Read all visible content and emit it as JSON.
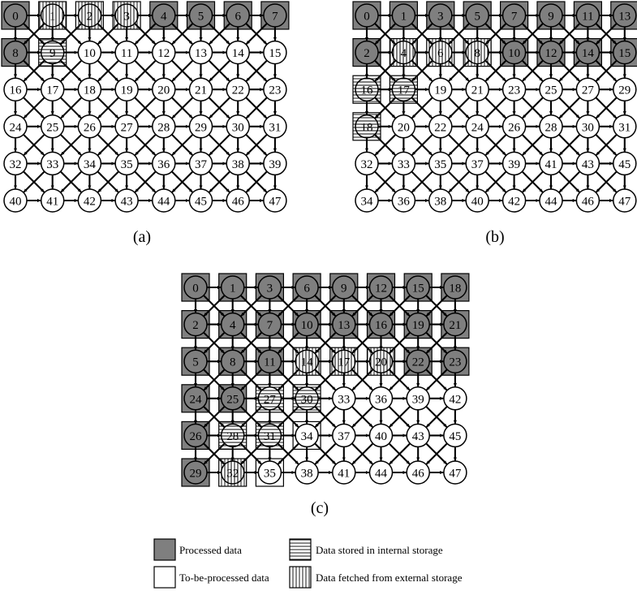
{
  "colors": {
    "processed": "#7f7f7f",
    "unprocessed": "#ffffff",
    "stroke": "#000000"
  },
  "panels": [
    {
      "caption": "(a)",
      "rows": [
        [
          "0",
          "1",
          "2",
          "3",
          "4",
          "5",
          "6",
          "7"
        ],
        [
          "8",
          "9",
          "10",
          "11",
          "12",
          "13",
          "14",
          "15"
        ],
        [
          "16",
          "17",
          "18",
          "19",
          "20",
          "21",
          "22",
          "23"
        ],
        [
          "24",
          "25",
          "26",
          "27",
          "28",
          "29",
          "30",
          "31"
        ],
        [
          "32",
          "33",
          "34",
          "35",
          "36",
          "37",
          "38",
          "39"
        ],
        [
          "40",
          "41",
          "42",
          "43",
          "44",
          "45",
          "46",
          "47"
        ]
      ],
      "processed": [
        [
          0,
          0
        ],
        [
          0,
          4
        ],
        [
          0,
          5
        ],
        [
          0,
          6
        ],
        [
          0,
          7
        ],
        [
          1,
          0
        ]
      ],
      "internal": [
        [
          1,
          1
        ]
      ],
      "external": [
        [
          0,
          1
        ],
        [
          0,
          2
        ],
        [
          0,
          3
        ]
      ]
    },
    {
      "caption": "(b)",
      "rows": [
        [
          "0",
          "1",
          "3",
          "5",
          "7",
          "9",
          "11",
          "13"
        ],
        [
          "2",
          "4",
          "6",
          "8",
          "10",
          "12",
          "14",
          "15"
        ],
        [
          "16",
          "17",
          "19",
          "21",
          "23",
          "25",
          "27",
          "29"
        ],
        [
          "18",
          "20",
          "22",
          "24",
          "26",
          "28",
          "30",
          "31"
        ],
        [
          "32",
          "33",
          "35",
          "37",
          "39",
          "41",
          "43",
          "45"
        ],
        [
          "34",
          "36",
          "38",
          "40",
          "42",
          "44",
          "46",
          "47"
        ]
      ],
      "processed": [
        [
          0,
          0
        ],
        [
          0,
          1
        ],
        [
          0,
          2
        ],
        [
          0,
          3
        ],
        [
          0,
          4
        ],
        [
          0,
          5
        ],
        [
          0,
          6
        ],
        [
          0,
          7
        ],
        [
          1,
          0
        ],
        [
          1,
          4
        ],
        [
          1,
          5
        ],
        [
          1,
          6
        ],
        [
          1,
          7
        ]
      ],
      "internal": [
        [
          2,
          0
        ],
        [
          2,
          1
        ],
        [
          3,
          0
        ]
      ],
      "external": [
        [
          1,
          1
        ],
        [
          1,
          2
        ],
        [
          1,
          3
        ]
      ]
    },
    {
      "caption": "(c)",
      "rows": [
        [
          "0",
          "1",
          "3",
          "6",
          "9",
          "12",
          "15",
          "18"
        ],
        [
          "2",
          "4",
          "7",
          "10",
          "13",
          "16",
          "19",
          "21"
        ],
        [
          "5",
          "8",
          "11",
          "14",
          "17",
          "20",
          "22",
          "23"
        ],
        [
          "24",
          "25",
          "27",
          "30",
          "33",
          "36",
          "39",
          "42"
        ],
        [
          "26",
          "28",
          "31",
          "34",
          "37",
          "40",
          "43",
          "45"
        ],
        [
          "29",
          "32",
          "35",
          "38",
          "41",
          "44",
          "46",
          "47"
        ]
      ],
      "processed": [
        [
          0,
          0
        ],
        [
          0,
          1
        ],
        [
          0,
          2
        ],
        [
          0,
          3
        ],
        [
          0,
          4
        ],
        [
          0,
          5
        ],
        [
          0,
          6
        ],
        [
          0,
          7
        ],
        [
          1,
          0
        ],
        [
          1,
          1
        ],
        [
          1,
          2
        ],
        [
          1,
          3
        ],
        [
          1,
          4
        ],
        [
          1,
          5
        ],
        [
          1,
          6
        ],
        [
          1,
          7
        ],
        [
          2,
          0
        ],
        [
          2,
          1
        ],
        [
          2,
          2
        ],
        [
          2,
          6
        ],
        [
          2,
          7
        ],
        [
          3,
          0
        ],
        [
          3,
          1
        ],
        [
          4,
          0
        ],
        [
          5,
          0
        ]
      ],
      "internal": [
        [
          3,
          2
        ],
        [
          3,
          3
        ],
        [
          4,
          1
        ],
        [
          4,
          2
        ]
      ],
      "external": [
        [
          2,
          3
        ],
        [
          2,
          4
        ],
        [
          2,
          5
        ],
        [
          5,
          1
        ]
      ],
      "boxed": [
        [
          4,
          3
        ],
        [
          5,
          2
        ]
      ]
    }
  ],
  "legend": {
    "processed": "Processed data",
    "unprocessed": "To-be-processed data",
    "internal": "Data stored in internal storage",
    "external": "Data fetched from external storage"
  }
}
